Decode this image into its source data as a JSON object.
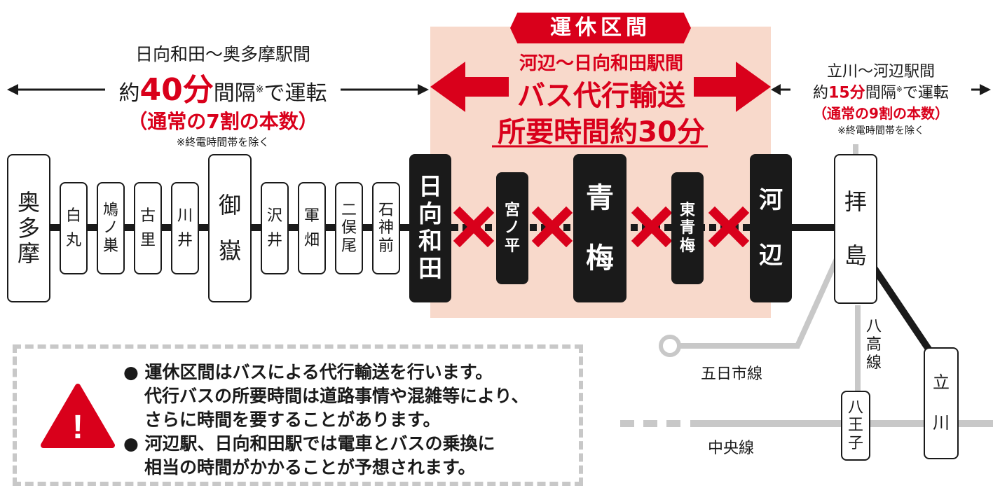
{
  "suspension": {
    "tag": "運休区間",
    "route": "河辺〜日向和田駅間",
    "line1": "バス代行輸送",
    "line2": "所要時間約30分"
  },
  "left_info": {
    "route": "日向和田〜奥多摩駅間",
    "freq_prefix": "約",
    "freq_value": "40分",
    "freq_suffix": "間隔",
    "mark": "※",
    "freq_tail": "で運転",
    "ratio": "（通常の7割の本数）",
    "footnote": "※終電時間帯を除く"
  },
  "right_info": {
    "route": "立川〜河辺駅間",
    "freq_prefix": "約",
    "freq_value": "15分",
    "freq_suffix": "間隔",
    "mark": "※",
    "freq_tail": "で運転",
    "ratio": "（通常の9割の本数）",
    "footnote": "※終電時間帯を除く"
  },
  "stations": [
    {
      "name": "奥多摩",
      "chars": [
        "奥",
        "多",
        "摩"
      ],
      "style": "major"
    },
    {
      "name": "白丸",
      "chars": [
        "白",
        "丸"
      ],
      "style": "minor"
    },
    {
      "name": "鳩ノ巣",
      "chars": [
        "鳩",
        "ノ",
        "巣"
      ],
      "style": "minor"
    },
    {
      "name": "古里",
      "chars": [
        "古",
        "里"
      ],
      "style": "minor"
    },
    {
      "name": "川井",
      "chars": [
        "川",
        "井"
      ],
      "style": "minor"
    },
    {
      "name": "御嶽",
      "chars": [
        "御",
        "嶽"
      ],
      "style": "major"
    },
    {
      "name": "沢井",
      "chars": [
        "沢",
        "井"
      ],
      "style": "minor"
    },
    {
      "name": "軍畑",
      "chars": [
        "軍",
        "畑"
      ],
      "style": "minor"
    },
    {
      "name": "二俣尾",
      "chars": [
        "二",
        "俣",
        "尾"
      ],
      "style": "minor"
    },
    {
      "name": "石神前",
      "chars": [
        "石",
        "神",
        "前"
      ],
      "style": "minor"
    },
    {
      "name": "日向和田",
      "chars": [
        "日",
        "向",
        "和",
        "田"
      ],
      "style": "closed-major"
    },
    {
      "name": "宮ノ平",
      "chars": [
        "宮",
        "ノ",
        "平"
      ],
      "style": "closed-minor"
    },
    {
      "name": "青梅",
      "chars": [
        "青",
        "梅"
      ],
      "style": "closed-major"
    },
    {
      "name": "東青梅",
      "chars": [
        "東",
        "青",
        "梅"
      ],
      "style": "closed-minor"
    },
    {
      "name": "河辺",
      "chars": [
        "河",
        "辺"
      ],
      "style": "closed-major"
    },
    {
      "name": "拝島",
      "chars": [
        "拝",
        "島"
      ],
      "style": "major"
    }
  ],
  "branch_lines": {
    "itsukaichi": "五日市線",
    "chuo": "中央線",
    "hachiko": [
      "八",
      "高",
      "線"
    ]
  },
  "branch_stations": {
    "tachikawa": [
      "立",
      "川"
    ],
    "hachioji": [
      "八",
      "王",
      "子"
    ]
  },
  "notice": {
    "bullet": "●",
    "item1": [
      "運休区間はバスによる代行輸送を行います。",
      "代行バスの所要時間は道路事情や混雑等により、",
      "さらに時間を要することがあります。"
    ],
    "item2": [
      "河辺駅、日向和田駅では電車とバスの乗換に",
      "相当の時間がかかることが予想されます。"
    ],
    "warning_symbol": "!"
  },
  "colors": {
    "accent_red": "#d9001b",
    "zone_fill": "#f8d9cb",
    "line_dark": "#1a1a1a",
    "line_grey": "#c8c8c8"
  }
}
